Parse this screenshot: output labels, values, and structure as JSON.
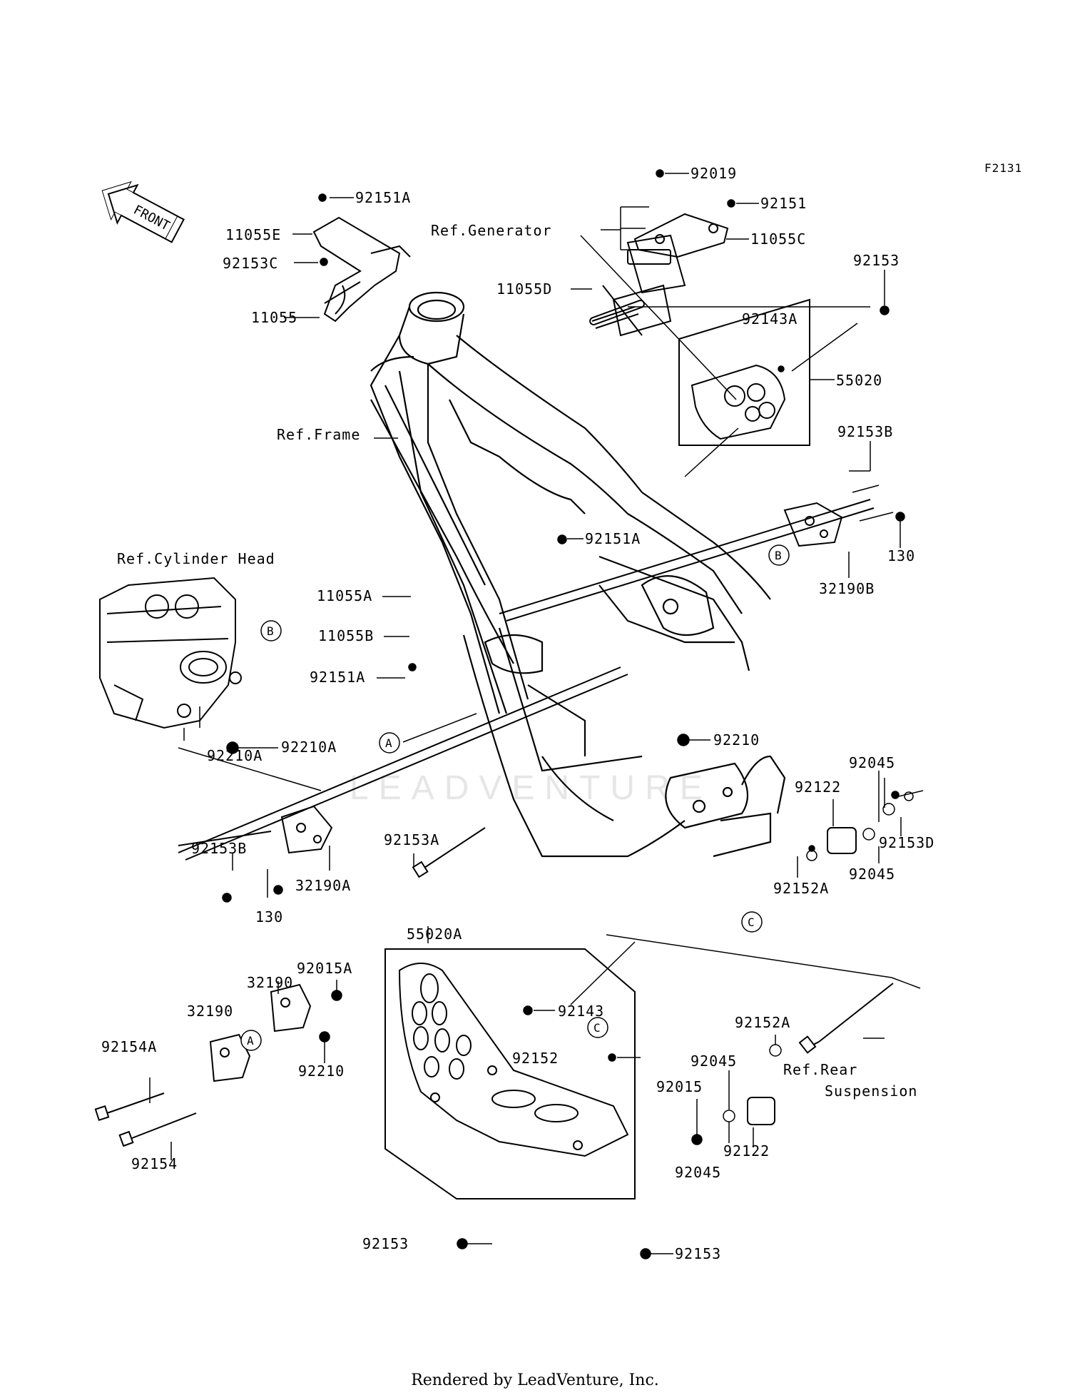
{
  "figure_code": "F2131",
  "footer": "Rendered by LeadVenture, Inc.",
  "watermark": "LEADVENTURE",
  "front_arrow": "FRONT",
  "labels": {
    "p92151A_top": "92151A",
    "p11055E": "11055E",
    "p92153C": "92153C",
    "p11055": "11055",
    "ref_generator": "Ref.Generator",
    "p92019": "92019",
    "p92151": "92151",
    "p11055C": "11055C",
    "p11055D": "11055D",
    "p92153_top": "92153",
    "p92143A": "92143A",
    "p55020": "55020",
    "ref_frame": "Ref.Frame",
    "p92153B_right": "92153B",
    "p130_right": "130",
    "p32190B": "32190B",
    "ref_cylinder_head": "Ref.Cylinder Head",
    "p92151A_mid": "92151A",
    "p11055A": "11055A",
    "p11055B": "11055B",
    "p92151A_low": "92151A",
    "p92210A_right": "92210A",
    "p92210A_left": "92210A",
    "p92210_mid": "92210",
    "p92045_top": "92045",
    "p92122_right": "92122",
    "p92153D": "92153D",
    "p92045_right": "92045",
    "p92152A_right": "92152A",
    "p92153B_left": "92153B",
    "p32190A": "32190A",
    "p130_left": "130",
    "p92153A": "92153A",
    "p55020A": "55020A",
    "p92015A": "92015A",
    "p32190_a": "32190",
    "p32190_b": "32190",
    "p92210_low": "92210",
    "p92154A": "92154A",
    "p92154": "92154",
    "p92143": "92143",
    "p92152": "92152",
    "p92152A_low": "92152A",
    "p92045_low1": "92045",
    "p92015": "92015",
    "p92122_low": "92122",
    "p92045_low2": "92045",
    "ref_rear": "Ref.Rear",
    "suspension": "Suspension",
    "p92153_bl": "92153",
    "p92153_br": "92153"
  },
  "callouts": {
    "A": "A",
    "B": "B",
    "C": "C"
  }
}
